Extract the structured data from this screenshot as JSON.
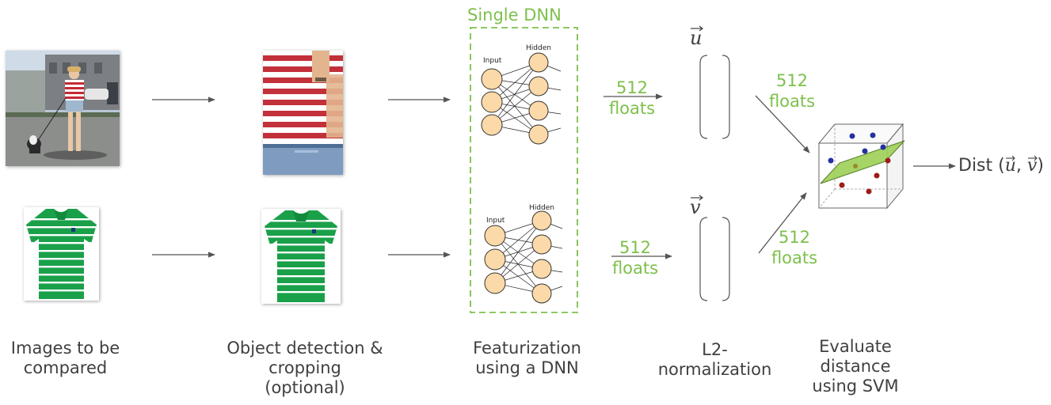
{
  "dnn": {
    "title": "Single DNN",
    "layer_input": "Input",
    "layer_hidden": "Hidden"
  },
  "features": {
    "top_count": "512",
    "top_unit": "floats",
    "bottom_count": "512",
    "bottom_unit": "floats"
  },
  "normalized": {
    "top_count": "512",
    "top_unit": "floats",
    "bottom_count": "512",
    "bottom_unit": "floats"
  },
  "vectors": {
    "u": "u",
    "v": "v"
  },
  "output": {
    "prefix": "Dist (",
    "u": "u",
    "sep": ", ",
    "v": "v",
    "suffix": ")"
  },
  "captions": {
    "images_line1": "Images to be",
    "images_line2": "compared",
    "detect_line1": "Object detection &",
    "detect_line2": "cropping",
    "detect_line3": "(optional)",
    "feat_line1": "Featurization",
    "feat_line2": "using a DNN",
    "norm_line1": "L2-",
    "norm_line2": "normalization",
    "svm_line1": "Evaluate",
    "svm_line2": "distance",
    "svm_line3": "using SVM"
  },
  "colors": {
    "accent_green": "#7dc04b",
    "neuron_fill": "#fcd9a8",
    "text_gray": "#404040"
  }
}
